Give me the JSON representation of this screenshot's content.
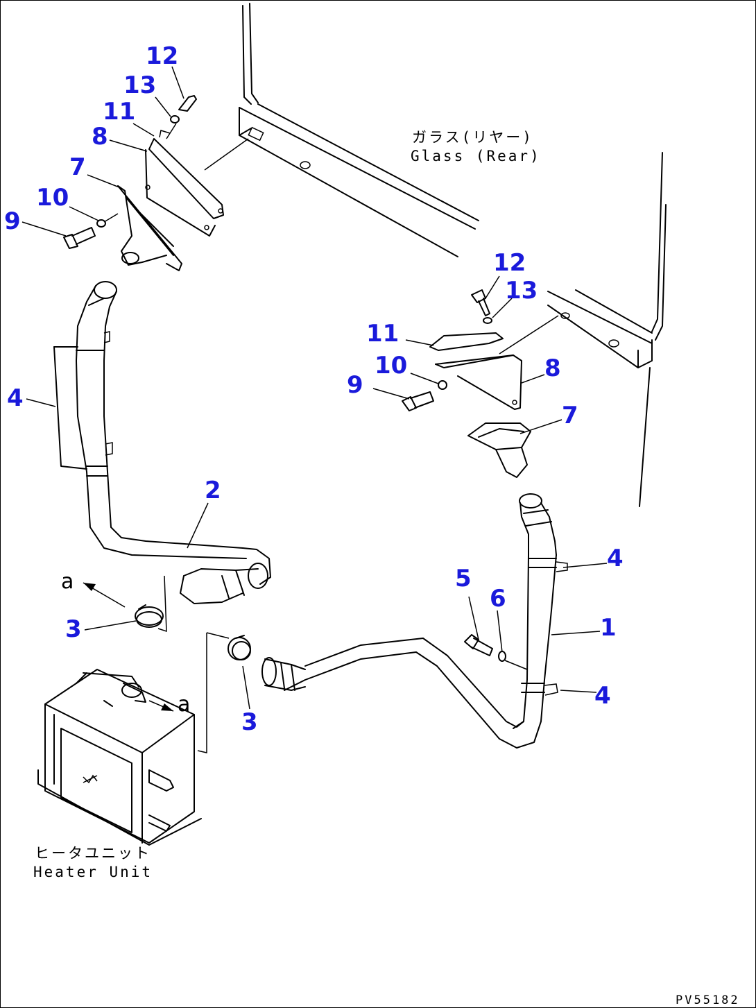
{
  "labels": {
    "glass_jp": "ガラス(リヤー)",
    "glass_en": "Glass (Rear)",
    "heater_jp": "ヒータユニット",
    "heater_en": "Heater Unit",
    "view_ref": "a",
    "figure_code": "PV55182"
  },
  "callouts": {
    "n1": "1",
    "n2": "2",
    "n3": "3",
    "n4": "4",
    "n5": "5",
    "n6": "6",
    "n7": "7",
    "n8": "8",
    "n9": "9",
    "n10": "10",
    "n11": "11",
    "n12": "12",
    "n13": "13"
  },
  "colors": {
    "callout": "#1a1adb",
    "line": "#000000"
  }
}
